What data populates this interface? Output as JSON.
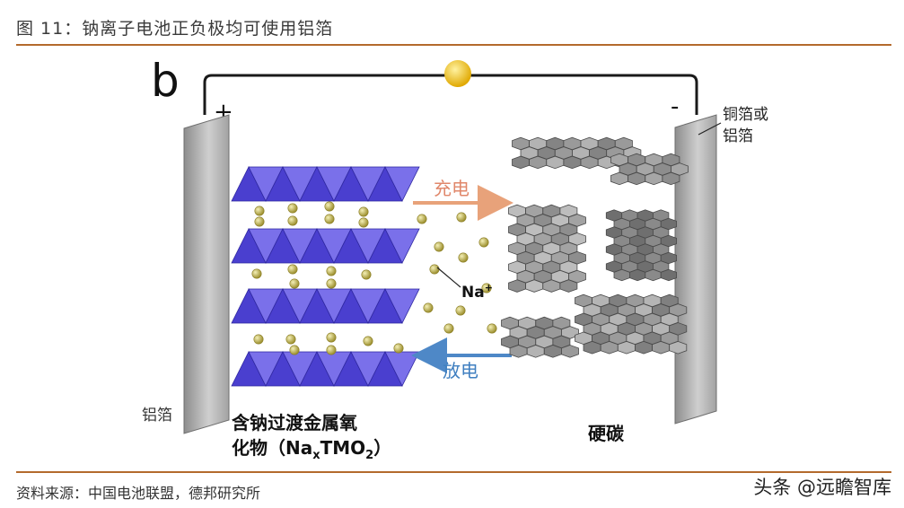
{
  "header": {
    "figure_title": "图 11：钠离子电池正负极均可使用铝箔"
  },
  "diagram": {
    "panel_label": "b",
    "positive_sign": "+",
    "negative_sign": "-",
    "right_collector_label_line1": "铜箔或",
    "right_collector_label_line2": "铝箔",
    "left_collector_label": "铝箔",
    "charge_label": "充电",
    "discharge_label": "放电",
    "ion_label": "Na",
    "ion_charge": "+",
    "cathode_label_line1": "含钠过渡金属氧",
    "cathode_label_line2": "化物（Na",
    "cathode_label_sub_x": "x",
    "cathode_label_tmo": "TMO",
    "cathode_label_sub_2": "2",
    "cathode_label_close": "）",
    "anode_label": "硬碳",
    "colors": {
      "wire": "#1a1a1a",
      "bulb": "#f5c518",
      "collector": "#b9b9b9",
      "cathode_layer": "#5a4fd6",
      "ion": "#c9bd5a",
      "charge_arrow": "#e8a27a",
      "discharge_arrow": "#4e88c7",
      "hard_carbon": "#8c8c8c"
    }
  },
  "footer": {
    "source": "资料来源：中国电池联盟，德邦研究所",
    "watermark": "头条 @远瞻智库"
  }
}
